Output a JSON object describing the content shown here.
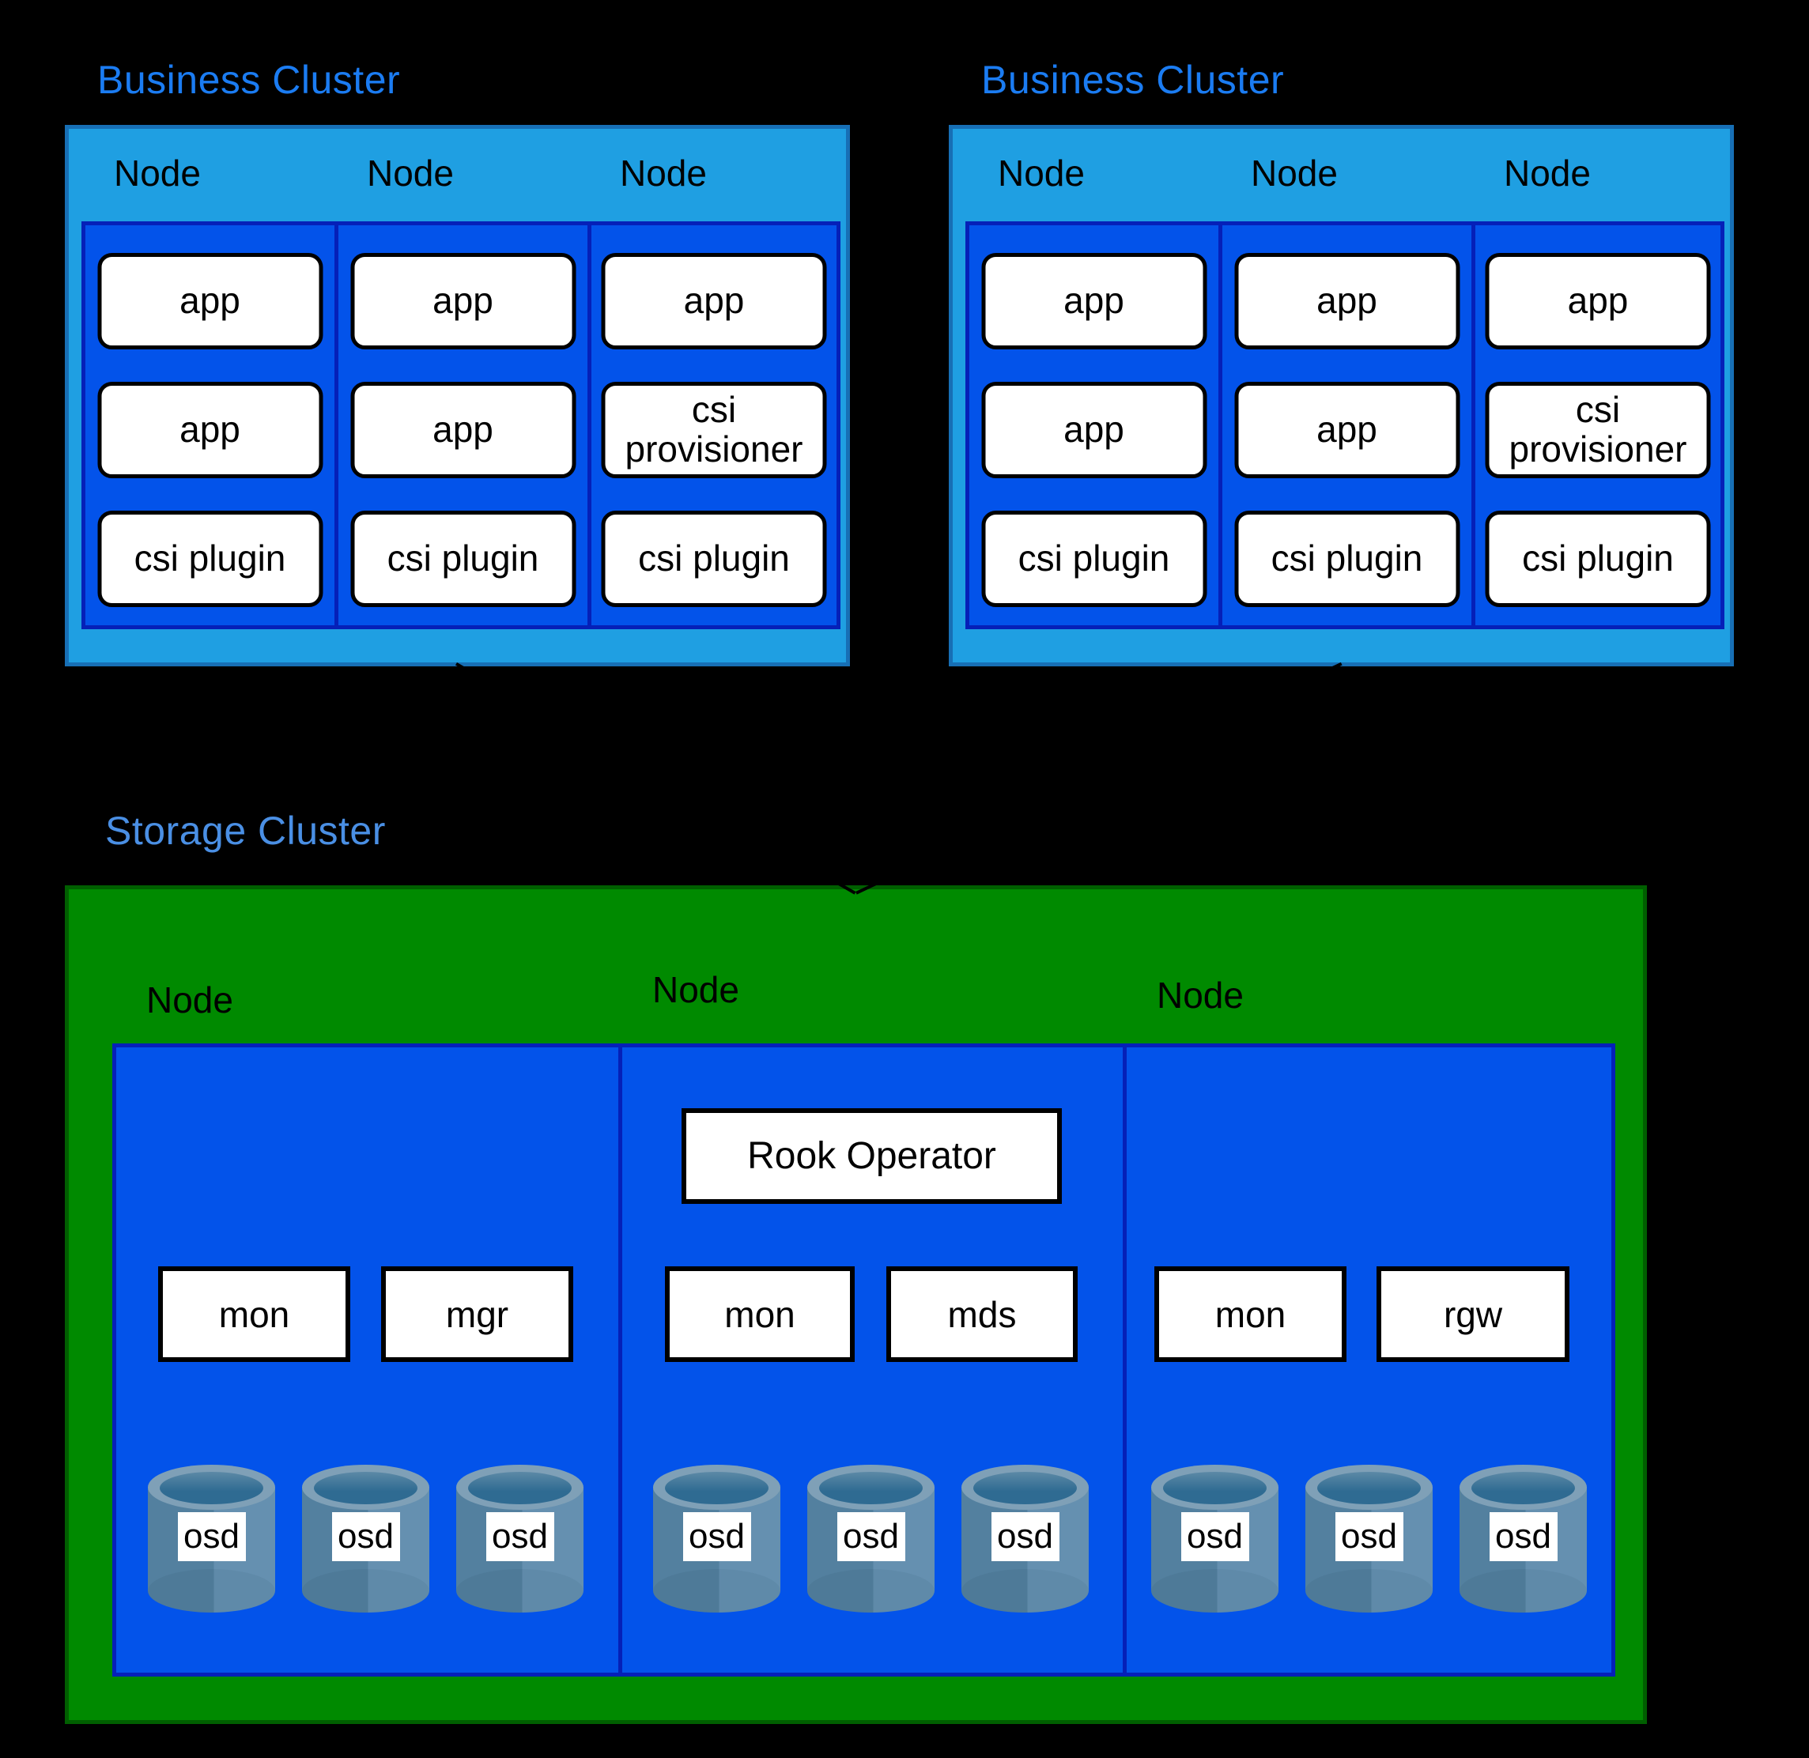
{
  "business_clusters": [
    {
      "title": "Business Cluster",
      "nodes": [
        {
          "label": "Node",
          "pods": [
            "app",
            "app",
            "csi plugin"
          ]
        },
        {
          "label": "Node",
          "pods": [
            "app",
            "app",
            "csi plugin"
          ]
        },
        {
          "label": "Node",
          "pods": [
            "app",
            "csi provisioner",
            "csi plugin"
          ]
        }
      ]
    },
    {
      "title": "Business Cluster",
      "nodes": [
        {
          "label": "Node",
          "pods": [
            "app",
            "app",
            "csi plugin"
          ]
        },
        {
          "label": "Node",
          "pods": [
            "app",
            "app",
            "csi plugin"
          ]
        },
        {
          "label": "Node",
          "pods": [
            "app",
            "csi provisioner",
            "csi plugin"
          ]
        }
      ]
    }
  ],
  "storage_cluster": {
    "title": "Storage Cluster",
    "operator_label": "Rook Operator",
    "nodes": [
      {
        "label": "Node",
        "services": [
          "mon",
          "mgr"
        ],
        "osds": [
          "osd",
          "osd",
          "osd"
        ]
      },
      {
        "label": "Node",
        "services": [
          "mon",
          "mds"
        ],
        "osds": [
          "osd",
          "osd",
          "osd"
        ]
      },
      {
        "label": "Node",
        "services": [
          "mon",
          "rgw"
        ],
        "osds": [
          "osd",
          "osd",
          "osd"
        ]
      }
    ]
  },
  "colors": {
    "background": "#000000",
    "business_cluster_fill": "#1F9FE2",
    "business_cluster_border": "#176FB5",
    "node_panel_fill": "#0353EA",
    "node_panel_border": "#0520B8",
    "storage_cluster_fill": "#008A00",
    "storage_cluster_border": "#005F00",
    "business_title_text": "#1B7CF2",
    "storage_title_text": "#4A8FE4",
    "pod_box_fill": "#FFFFFF",
    "pod_box_border": "#000000",
    "cylinder_body": "#53809F",
    "cylinder_body_highlight": "#6590B0",
    "cylinder_rim": "#7FA0B7",
    "cylinder_hole": "#2F6B92"
  }
}
